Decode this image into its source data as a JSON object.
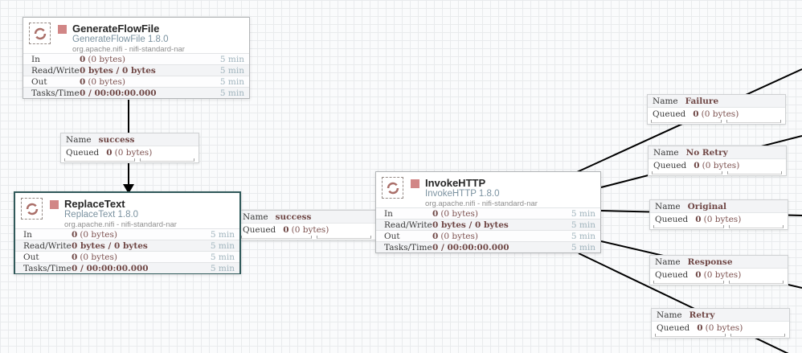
{
  "shared": {
    "name_label": "Name",
    "queued_label": "Queued"
  },
  "colors": {
    "stopped_status": "#d18686",
    "processor_icon": "#aa6f69",
    "selected_border": "#30595a",
    "stat_value": "#7d5250",
    "stat_time": "#9fb3bc",
    "wire": "#000000"
  },
  "icons": {
    "processor_icon": "stamp-sync-icon",
    "stopped_icon": "stopped-square-icon",
    "arrowhead": "connection-arrowhead"
  },
  "processors": [
    {
      "title": "GenerateFlowFile",
      "type": "GenerateFlowFile 1.8.0",
      "bundle": "org.apache.nifi - nifi-standard-nar",
      "stats": [
        {
          "label": "In",
          "bold": "0",
          "rest": "(0 bytes)",
          "time": "5 min"
        },
        {
          "label": "Read/Write",
          "bold": "0 bytes / 0 bytes",
          "rest": "",
          "time": "5 min"
        },
        {
          "label": "Out",
          "bold": "0",
          "rest": "(0 bytes)",
          "time": "5 min"
        },
        {
          "label": "Tasks/Time",
          "bold": "0 / 00:00:00.000",
          "rest": "",
          "time": "5 min"
        }
      ]
    },
    {
      "title": "ReplaceText",
      "type": "ReplaceText 1.8.0",
      "bundle": "org.apache.nifi - nifi-standard-nar",
      "stats": [
        {
          "label": "In",
          "bold": "0",
          "rest": "(0 bytes)",
          "time": "5 min"
        },
        {
          "label": "Read/Write",
          "bold": "0 bytes / 0 bytes",
          "rest": "",
          "time": "5 min"
        },
        {
          "label": "Out",
          "bold": "0",
          "rest": "(0 bytes)",
          "time": "5 min"
        },
        {
          "label": "Tasks/Time",
          "bold": "0 / 00:00:00.000",
          "rest": "",
          "time": "5 min"
        }
      ]
    },
    {
      "title": "InvokeHTTP",
      "type": "InvokeHTTP 1.8.0",
      "bundle": "org.apache.nifi - nifi-standard-nar",
      "stats": [
        {
          "label": "In",
          "bold": "0",
          "rest": "(0 bytes)",
          "time": "5 min"
        },
        {
          "label": "Read/Write",
          "bold": "0 bytes / 0 bytes",
          "rest": "",
          "time": "5 min"
        },
        {
          "label": "Out",
          "bold": "0",
          "rest": "(0 bytes)",
          "time": "5 min"
        },
        {
          "label": "Tasks/Time",
          "bold": "0 / 00:00:00.000",
          "rest": "",
          "time": "5 min"
        }
      ]
    }
  ],
  "connections": [
    {
      "name": "success",
      "queued_bold": "0",
      "queued_rest": "(0 bytes)"
    },
    {
      "name": "success",
      "queued_bold": "0",
      "queued_rest": "(0 bytes)"
    },
    {
      "name": "Failure",
      "queued_bold": "0",
      "queued_rest": "(0 bytes)"
    },
    {
      "name": "No Retry",
      "queued_bold": "0",
      "queued_rest": "(0 bytes)"
    },
    {
      "name": "Original",
      "queued_bold": "0",
      "queued_rest": "(0 bytes)"
    },
    {
      "name": "Response",
      "queued_bold": "0",
      "queued_rest": "(0 bytes)"
    },
    {
      "name": "Retry",
      "queued_bold": "0",
      "queued_rest": "(0 bytes)"
    }
  ]
}
